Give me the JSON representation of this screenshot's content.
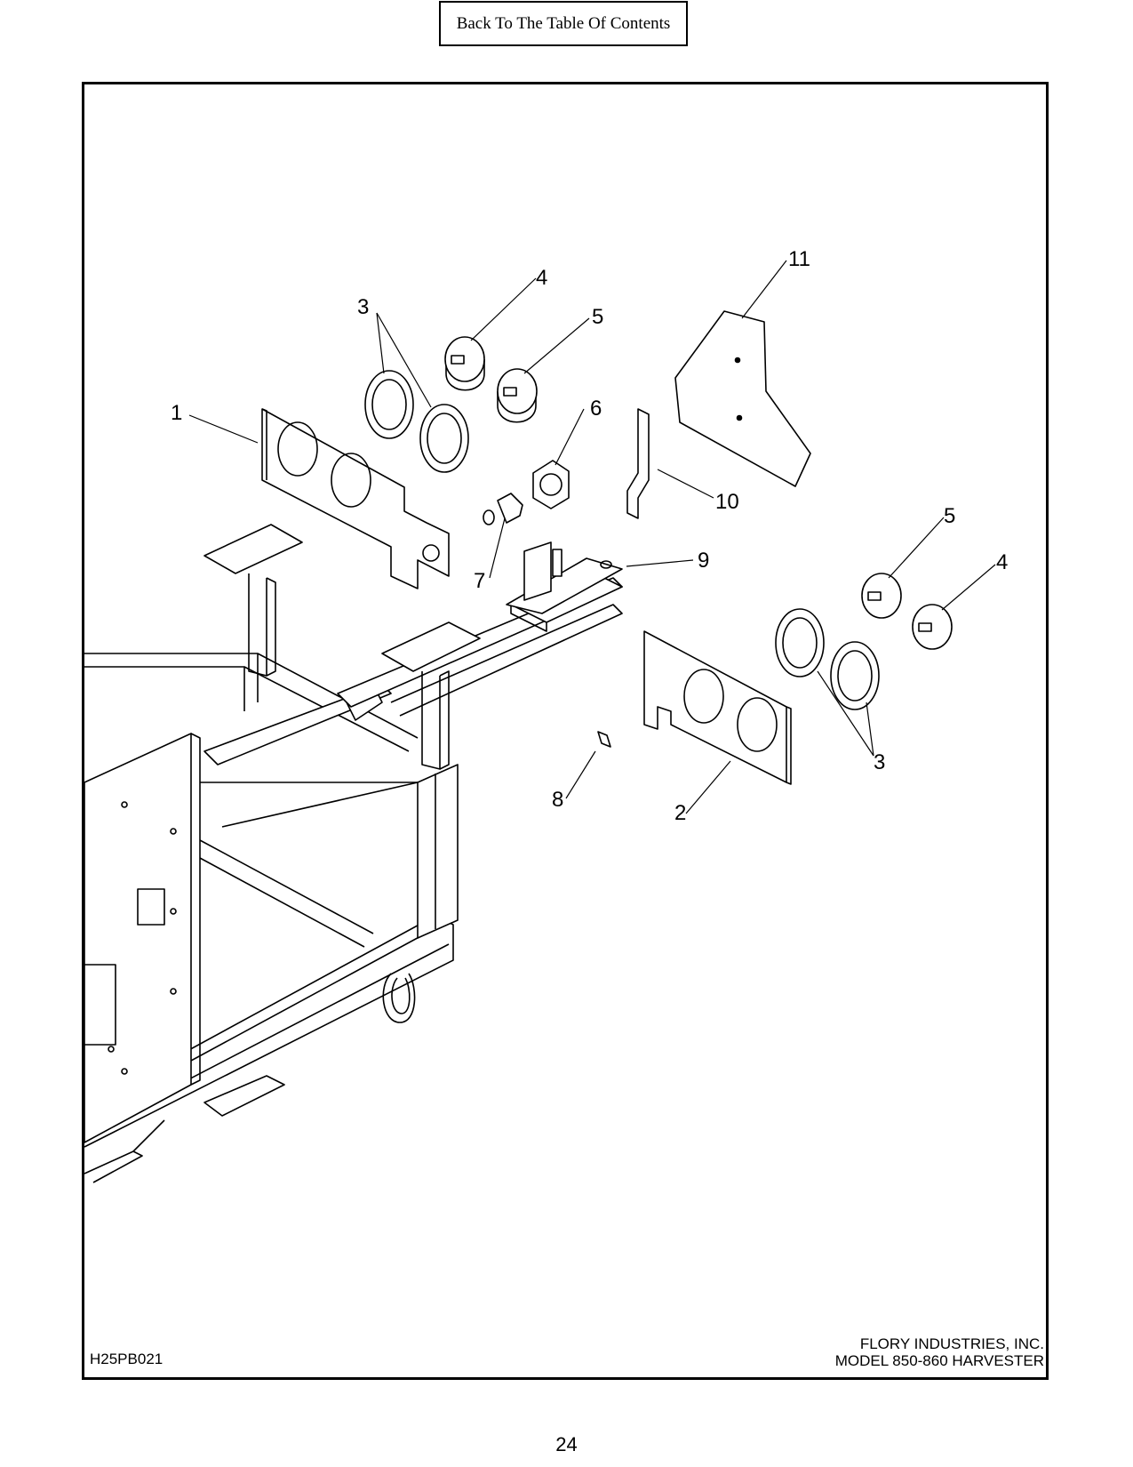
{
  "toc_link": {
    "label": "Back To The Table Of Contents"
  },
  "diagram": {
    "callouts": [
      "1",
      "2",
      "3",
      "3",
      "4",
      "4",
      "5",
      "5",
      "6",
      "7",
      "8",
      "9",
      "10",
      "11"
    ]
  },
  "footer": {
    "drawing_id": "H25PB021",
    "company": "FLORY INDUSTRIES, INC.",
    "model": "MODEL 850-860 HARVESTER"
  },
  "page": {
    "number": "24"
  }
}
